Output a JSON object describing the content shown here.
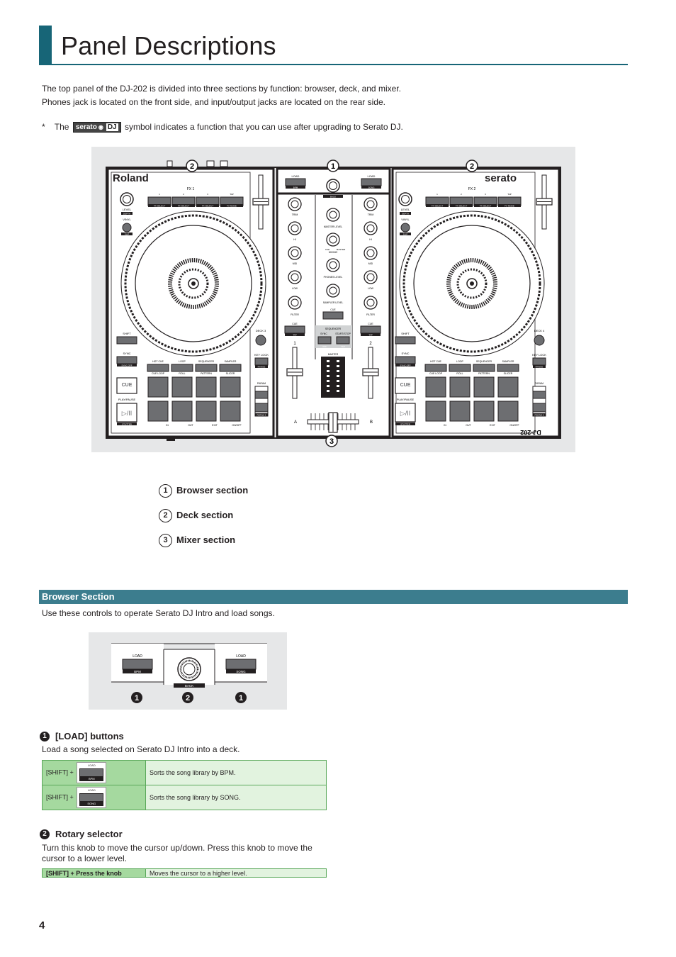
{
  "header": {
    "title": "Panel Descriptions"
  },
  "intro": {
    "line1": "The top panel of the DJ-202 is divided into three sections by function: browser, deck, and mixer.",
    "line2": "Phones jack is located on the front side, and input/output jacks are located on the rear side."
  },
  "note": {
    "star": "*",
    "before": "The",
    "badge_main": "serato",
    "badge_dj": "DJ",
    "after": "symbol indicates a function that you can use after upgrading to Serato DJ."
  },
  "figure": {
    "brand_left": "Roland",
    "brand_right": "serato",
    "fx1": "FX 1",
    "fx2": "FX 2",
    "fx_labels": [
      "FX SELECT",
      "FX SELECT",
      "FX SELECT",
      "FX MODE"
    ],
    "fx_nums": [
      "1",
      "2",
      "3",
      "TAP"
    ],
    "level": "LEVEL",
    "depth": "DEPTH",
    "vinyl": "VINYL",
    "slip": "SLIP",
    "shift": "SHIFT",
    "sync": "SYNC",
    "sync_off": "SYNC OFF",
    "cue": "CUE",
    "play_pause": "PLAY/PAUSE",
    "stutter": "STUTTER",
    "pad_modes": [
      "HOT CUE",
      "LOOP",
      "SEQUENCER",
      "SAMPLER"
    ],
    "pad_modes_shift": [
      "CUE LOOP",
      "ROLL",
      "PATTERN",
      "SLICER"
    ],
    "pad_bottom": [
      "IN",
      "OUT",
      "EXIT",
      "ON/OFF"
    ],
    "deck3": "DECK 3",
    "deck4": "DECK 4",
    "key_lock": "KEY LOCK",
    "range": "RANGE",
    "param": "PARAM",
    "param2": "PARAM 2",
    "load": "LOAD",
    "bpm": "BPM",
    "song": "SONG",
    "back": "BACK",
    "trim": "TRIM",
    "hi": "HI",
    "mid": "MID",
    "low": "LOW",
    "filter": "FILTER",
    "master_level": "MASTER LEVEL",
    "mixing": "MIXING",
    "cue_master": [
      "CUE",
      "MASTER"
    ],
    "phones_level": "PHONES LEVEL",
    "sampler_level": "SAMPLER LEVEL",
    "cue_mix": "CUE",
    "tap": "TAP",
    "sequencer": "SEQUENCER",
    "seq_sync": "SYNC",
    "seq_start_stop": "START/STOP",
    "off": "OFF",
    "master": "MASTER",
    "ch1": "1",
    "ch2": "2",
    "ch_a": "A",
    "ch_b": "B",
    "model": "DJ-202",
    "callouts": [
      "1",
      "2",
      "2",
      "3"
    ]
  },
  "legend": [
    {
      "num": "1",
      "label": "Browser section"
    },
    {
      "num": "2",
      "label": "Deck section"
    },
    {
      "num": "3",
      "label": "Mixer section"
    }
  ],
  "browser_section": {
    "title": "Browser Section",
    "desc": "Use these controls to operate Serato DJ Intro and load songs.",
    "fig": {
      "load": "LOAD",
      "bpm": "BPM",
      "song": "SONG",
      "back": "BACK",
      "markers": [
        "1",
        "2",
        "1"
      ]
    }
  },
  "load_buttons": {
    "num": "1",
    "head": "[LOAD] buttons",
    "desc": "Load a song selected on Serato DJ Intro into a deck.",
    "rows": [
      {
        "key": "[SHIFT] +",
        "btn_top": "LOAD",
        "btn_bottom": "BPM",
        "value": "Sorts the song library by BPM."
      },
      {
        "key": "[SHIFT] +",
        "btn_top": "LOAD",
        "btn_bottom": "SONG",
        "value": "Sorts the song library by SONG."
      }
    ]
  },
  "rotary_selector": {
    "num": "2",
    "head": "Rotary selector",
    "desc": "Turn this knob to move the cursor up/down. Press this knob to move the cursor to a lower level.",
    "rows": [
      {
        "key": "[SHIFT] + Press the knob",
        "value": "Moves the cursor to a higher level."
      }
    ]
  },
  "colors": {
    "accent": "#176577",
    "section_bar": "#3c7d8e",
    "table_key_bg": "#a5d99f",
    "table_val_bg": "#e2f3df"
  },
  "page_number": "4"
}
